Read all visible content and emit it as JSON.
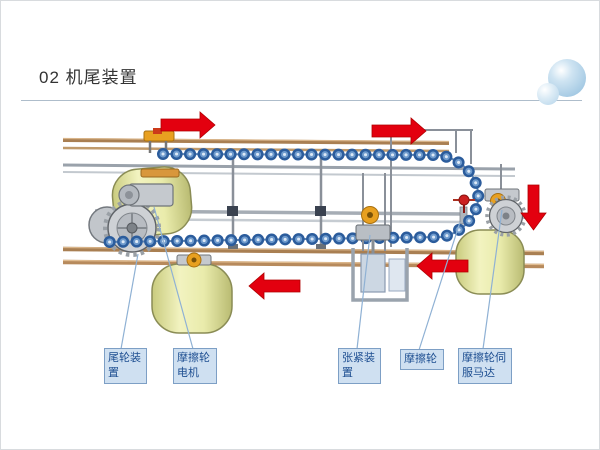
{
  "slide": {
    "title": "02 机尾装置"
  },
  "callouts": [
    {
      "text": "尾轮装置",
      "target": "tail-wheel-device"
    },
    {
      "text": "摩擦轮电机",
      "target": "friction-wheel-motor"
    },
    {
      "text": "张紧装置",
      "target": "tensioning-device"
    },
    {
      "text": "摩擦轮",
      "target": "friction-wheel"
    },
    {
      "text": "摩擦轮伺服马达",
      "target": "friction-wheel-servo-motor"
    }
  ],
  "diagram": {
    "type": "mechanical-assembly-diagram",
    "subject": "conveyor tail device with roller chain loop",
    "flow_arrows": [
      {
        "direction": "right",
        "position": "top-left"
      },
      {
        "direction": "right",
        "position": "top-right"
      },
      {
        "direction": "down",
        "position": "right"
      },
      {
        "direction": "left",
        "position": "bottom-right"
      },
      {
        "direction": "left",
        "position": "bottom-center"
      }
    ]
  },
  "colors": {
    "arrow_red": "#e3000f",
    "label_bg": "#cfe0f1",
    "label_border": "#7d9fc5",
    "label_text": "#1d4e91",
    "chain_blue": "#2b5c9c",
    "drum_yellow": "#eef0b0",
    "rail_copper": "#a97f52",
    "accent_orange": "#e8a020"
  }
}
